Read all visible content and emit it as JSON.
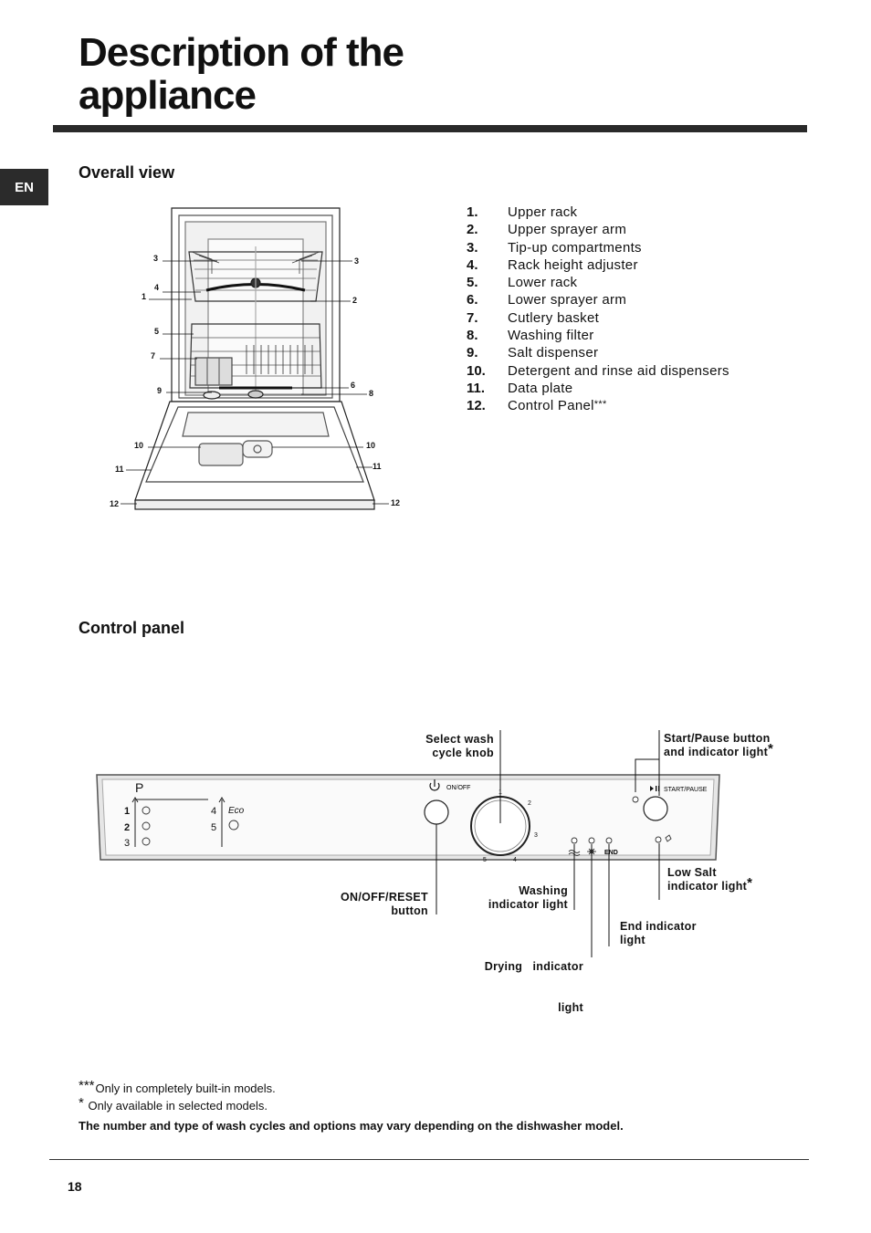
{
  "page": {
    "title_line1": "Description of the",
    "title_line2": "appliance",
    "language_tab": "EN",
    "page_number": "18"
  },
  "overall_view": {
    "heading": "Overall view",
    "parts": [
      {
        "num": "1.",
        "label": "Upper rack"
      },
      {
        "num": "2.",
        "label": "Upper sprayer arm"
      },
      {
        "num": "3.",
        "label": "Tip-up compartments"
      },
      {
        "num": "4.",
        "label": "Rack height adjuster"
      },
      {
        "num": "5.",
        "label": "Lower rack"
      },
      {
        "num": "6.",
        "label": "Lower sprayer arm"
      },
      {
        "num": "7.",
        "label": "Cutlery basket"
      },
      {
        "num": "8.",
        "label": "Washing filter"
      },
      {
        "num": "9.",
        "label": "Salt dispenser"
      },
      {
        "num": "10.",
        "label": "Detergent and rinse aid dispensers"
      },
      {
        "num": "11.",
        "label": "Data plate"
      },
      {
        "num": "12.",
        "label": "Control Panel",
        "note": "***"
      }
    ],
    "diagram_numbers": {
      "n3a": "3",
      "n3b": "3",
      "n4": "4",
      "n1": "1",
      "n2": "2",
      "n5": "5",
      "n7": "7",
      "n6": "6",
      "n9": "9",
      "n8": "8",
      "n10a": "10",
      "n10b": "10",
      "n11a": "11",
      "n11b": "11",
      "n12a": "12",
      "n12b": "12"
    }
  },
  "control_panel": {
    "heading": "Control panel",
    "callouts": {
      "select_knob": [
        "Select wash",
        "cycle knob"
      ],
      "start_pause": [
        "Start/Pause button",
        "and indicator light"
      ],
      "start_pause_note": "*",
      "on_off_reset": [
        "ON/OFF/RESET",
        "button"
      ],
      "washing": [
        "Washing",
        "indicator light"
      ],
      "low_salt": [
        "Low Salt",
        "indicator light"
      ],
      "low_salt_note": "*",
      "drying": [
        "Drying   indicator",
        "light"
      ],
      "end": [
        "End indicator",
        "light"
      ]
    },
    "panel_labels": {
      "program_letter": "P",
      "on_off": "ON/OFF",
      "start_pause": "START/PAUSE",
      "end": "END",
      "knob_marks": [
        "1",
        "2",
        "3",
        "4",
        "5"
      ],
      "program_numbers": [
        "1",
        "2",
        "3",
        "4",
        "5"
      ],
      "eco": "Eco"
    }
  },
  "footnotes": {
    "note1_mark": "***",
    "note1_text": "Only in completely built-in models.",
    "note2_mark": "*",
    "note2_text": " Only available in selected models.",
    "note3_text": "The number and type of wash cycles and options may vary depending on the dishwasher model."
  }
}
